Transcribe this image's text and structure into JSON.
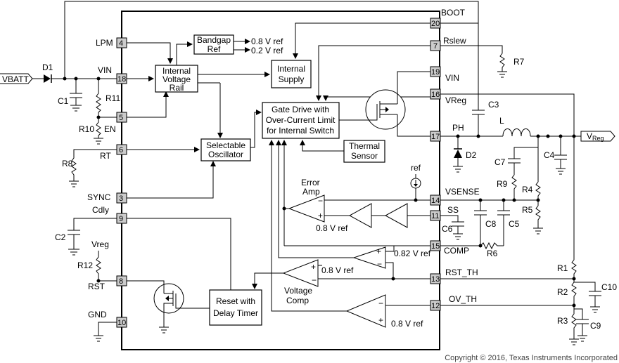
{
  "pins": {
    "p4": "4",
    "p18": "18",
    "p5": "5",
    "p6": "6",
    "p3": "3",
    "p9": "9",
    "p8": "8",
    "p10": "10",
    "p20": "20",
    "p7": "7",
    "p19": "19",
    "p16": "16",
    "p17": "17",
    "p14": "14",
    "p11": "11",
    "p15": "15",
    "p13": "13",
    "p12": "12"
  },
  "pin_names": {
    "lpm": "LPM",
    "vin": "VIN",
    "en": "EN",
    "rt": "RT",
    "sync": "SYNC",
    "cdly": "Cdly",
    "rst": "RST",
    "gnd": "GND",
    "boot": "BOOT",
    "rslew": "Rslew",
    "vin_r": "VIN",
    "vreg_r": "VReg",
    "ph": "PH",
    "vsense": "VSENSE",
    "ss": "SS",
    "comp": "COMP",
    "rst_th": "RST_TH",
    "ov_th": "OV_TH"
  },
  "blocks": {
    "bandgap": [
      "Bandgap",
      "Ref"
    ],
    "rail": [
      "Internal",
      "Voltage",
      "Rail"
    ],
    "supply": [
      "Internal",
      "Supply"
    ],
    "gate": [
      "Gate Drive with",
      "Over-Current Limit",
      "for Internal Switch"
    ],
    "osc": [
      "Selectable",
      "Oscillator"
    ],
    "thermal": [
      "Thermal",
      "Sensor"
    ],
    "reset": [
      "Reset with",
      "Delay Timer"
    ]
  },
  "refs": {
    "bg1": "0.8 V ref",
    "bg2": "0.2 V ref",
    "ea": "0.8 V ref",
    "c082": "0.82 V ref",
    "vc": "0.8 V ref",
    "ov": "0.8 V ref",
    "ref": "ref"
  },
  "labels": {
    "erroramp": [
      "Error",
      "Amp"
    ],
    "voltcomp": [
      "Voltage",
      "Comp"
    ],
    "vbatt": "VBATT",
    "d1": "D1",
    "c1": "C1",
    "r11": "R11",
    "r10": "R10",
    "r8": "R8",
    "c2": "C2",
    "vreg_in": "Vreg",
    "r12": "R12",
    "r7": "R7",
    "c3": "C3",
    "l": "L",
    "d2": "D2",
    "c7": "C7",
    "c4": "C4",
    "r9": "R9",
    "r4": "R4",
    "r5": "R5",
    "c6": "C6",
    "c8": "C8",
    "c5": "C5",
    "r6": "R6",
    "r1": "R1",
    "r2": "R2",
    "r3": "R3",
    "c10": "C10",
    "c9": "C9",
    "vreg_out": "V",
    "vreg_out_sub": "Reg"
  },
  "copyright": "Copyright © 2016, Texas Instruments Incorporated"
}
